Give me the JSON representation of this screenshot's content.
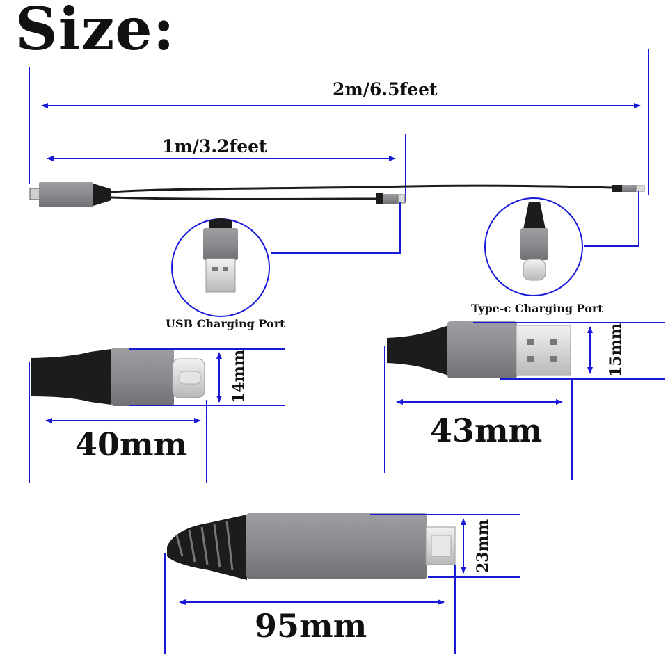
{
  "title": "Size:",
  "dimensions": {
    "total_length": "2m/6.5feet",
    "branch_length": "1m/3.2feet",
    "usb_head_length": "40mm",
    "usb_head_width": "14mm",
    "usb_a_length": "43mm",
    "usb_a_width": "15mm",
    "hdmi_length": "95mm",
    "hdmi_width": "23mm"
  },
  "callouts": {
    "usb_port": "USB Charging Port",
    "typec_port": "Type-c Charging Port"
  },
  "colors": {
    "dimension_line": "#1a1ad6",
    "connector_shell": "#8f8f94",
    "cable": "#1c1c1c"
  }
}
